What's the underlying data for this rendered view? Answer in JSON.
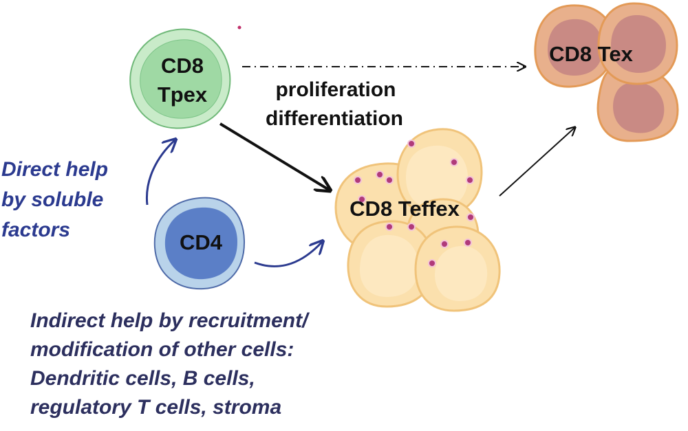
{
  "cells": {
    "tpex": {
      "line1": "CD8",
      "line2": "Tpex"
    },
    "tex": {
      "label": "CD8 Tex"
    },
    "teffex": {
      "label": "CD8 Teffex"
    },
    "cd4": {
      "label": "CD4"
    }
  },
  "process": {
    "line1": "proliferation",
    "line2": "differentiation"
  },
  "direct_help": {
    "lines": [
      "Direct help",
      "by soluble",
      "factors"
    ]
  },
  "indirect_help": {
    "lines": [
      "Indirect help by recruitment/",
      "modification of other cells:",
      "Dendritic cells, B cells,",
      "regulatory T cells, stroma"
    ]
  },
  "colors": {
    "tpex_fill": "#9fd9a4",
    "tpex_border": "#c9ebc9",
    "tex_fill": "#e8b08c",
    "tex_nucleus": "#c98a84",
    "teffex_fill": "#fbe0ad",
    "teffex_border": "#f0c37a",
    "granule": "#b03a7a",
    "cd4_fill": "#5b7fc7",
    "cd4_border": "#b9d3ea",
    "help_text": "#2b3a8f",
    "indirect_text": "#2c2f5e"
  }
}
